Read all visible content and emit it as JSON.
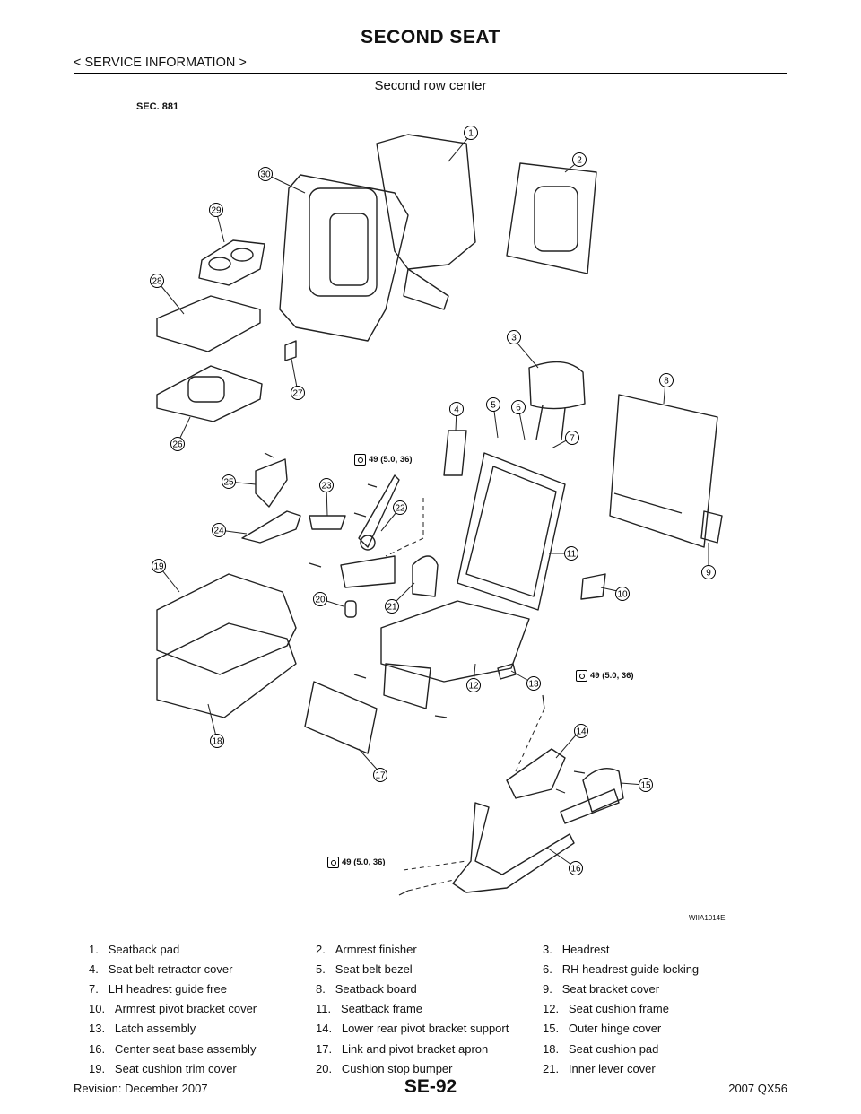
{
  "header": {
    "title": "SECOND SEAT",
    "subtitle": "< SERVICE INFORMATION >"
  },
  "section": {
    "title": "Second row center",
    "sec_code": "SEC. 881"
  },
  "figure": {
    "image_code": "WIIA1014E",
    "torque_labels": [
      "49 (5.0, 36)",
      "49 (5.0, 36)",
      "49 (5.0, 36)"
    ],
    "callouts": [
      "1",
      "2",
      "3",
      "4",
      "5",
      "6",
      "7",
      "8",
      "9",
      "10",
      "11",
      "12",
      "13",
      "14",
      "15",
      "16",
      "17",
      "18",
      "19",
      "20",
      "21",
      "22",
      "23",
      "24",
      "25",
      "26",
      "27",
      "28",
      "29",
      "30"
    ]
  },
  "legend": [
    [
      "1.",
      "Seatback pad",
      "2.",
      "Armrest finisher",
      "3.",
      "Headrest"
    ],
    [
      "4.",
      "Seat belt retractor cover",
      "5.",
      "Seat belt bezel",
      "6.",
      "RH headrest guide locking"
    ],
    [
      "7.",
      "LH headrest guide free",
      "8.",
      "Seatback board",
      "9.",
      "Seat bracket cover"
    ],
    [
      "10.",
      "Armrest pivot bracket cover",
      "11.",
      "Seatback frame",
      "12.",
      "Seat cushion frame"
    ],
    [
      "13.",
      "Latch assembly",
      "14.",
      "Lower rear pivot bracket support",
      "15.",
      "Outer hinge cover"
    ],
    [
      "16.",
      "Center seat base assembly",
      "17.",
      "Link and pivot bracket apron",
      "18.",
      "Seat cushion pad"
    ],
    [
      "19.",
      "Seat cushion trim cover",
      "20.",
      "Cushion stop bumper",
      "21.",
      "Inner lever cover"
    ]
  ],
  "footer": {
    "revision": "Revision: December 2007",
    "page": "SE-92",
    "model": "2007 QX56"
  }
}
